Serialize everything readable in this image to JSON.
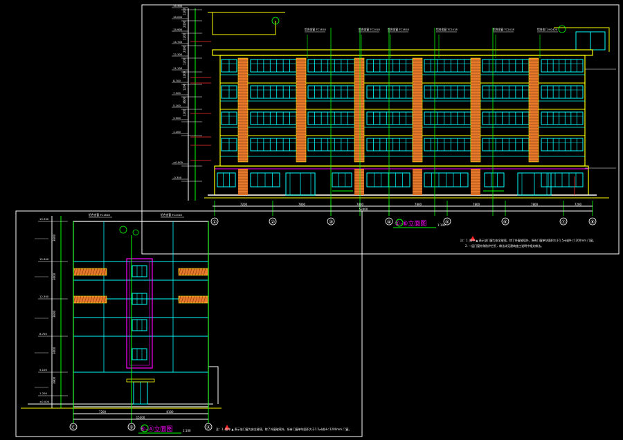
{
  "sheet_front": {
    "title": "①-⑧立面图",
    "scale": "1:100",
    "axis_labels": [
      "①",
      "②",
      "③",
      "④",
      "⑤",
      "⑥",
      "⑦",
      "⑧"
    ],
    "bay_dims": [
      "7200",
      "7800",
      "7800",
      "7800",
      "7800",
      "7800",
      "7200"
    ],
    "total_dim": "53400",
    "left_elev_labels": [
      "19.300",
      "18.000",
      "15.900",
      "14.700",
      "12.300",
      "11.100",
      "8.700",
      "7.500",
      "5.100",
      "3.900",
      "1.200",
      "±0.000",
      "-0.300"
    ],
    "vertical_dims": [
      "1200",
      "2400",
      "1200",
      "2400",
      "1200",
      "2400",
      "1200",
      "3600",
      "1200"
    ],
    "leader_labels": [
      "铝合金窗 TC1818",
      "铝合金窗 TC2418",
      "铝合金窗 TC1818",
      "铝合金窗 TC2418",
      "铝合金窗 TC2418",
      "铝合金门 M2424"
    ],
    "note": "注：1. 图中 ▲ 表示该门窗为安全玻璃，除了外窗玻璃外，所有门窗单块面积大于1.5㎡或H＜1200mm 门窗。",
    "note2": "2. 一层门窗外做防护栏杆，做法详见建筑施工说明中相关做法。",
    "colors": {
      "outline": "#ffffff",
      "windows": "#00ffff",
      "floor": "#ffff00",
      "columns": "#e8782a",
      "grid": "#00ff00",
      "dims": "#ff3030",
      "magenta": "#ff00ff"
    }
  },
  "sheet_side": {
    "title": "⑥-Ⓐ立面图",
    "scale": "1:100",
    "axis_labels": [
      "Ⓒ",
      "Ⓑ",
      "Ⓐ"
    ],
    "bay_dims": [
      "7200",
      "8100"
    ],
    "total_dim": "15300",
    "left_elev_labels": [
      "19.300",
      "15.900",
      "12.300",
      "8.700",
      "5.100",
      "1.200",
      "±0.000"
    ],
    "vertical_dims": [
      "3600",
      "3600",
      "3600",
      "3600",
      "3900"
    ],
    "leader_labels": [
      "铝合金窗 TC1818",
      "铝合金窗 TC2418"
    ],
    "note": "注：1. 图中 ▲ 表示该门窗为安全玻璃，除了外窗玻璃外，所有门窗单块面积大于1.5㎡或H＜1200mm 门窗。"
  }
}
